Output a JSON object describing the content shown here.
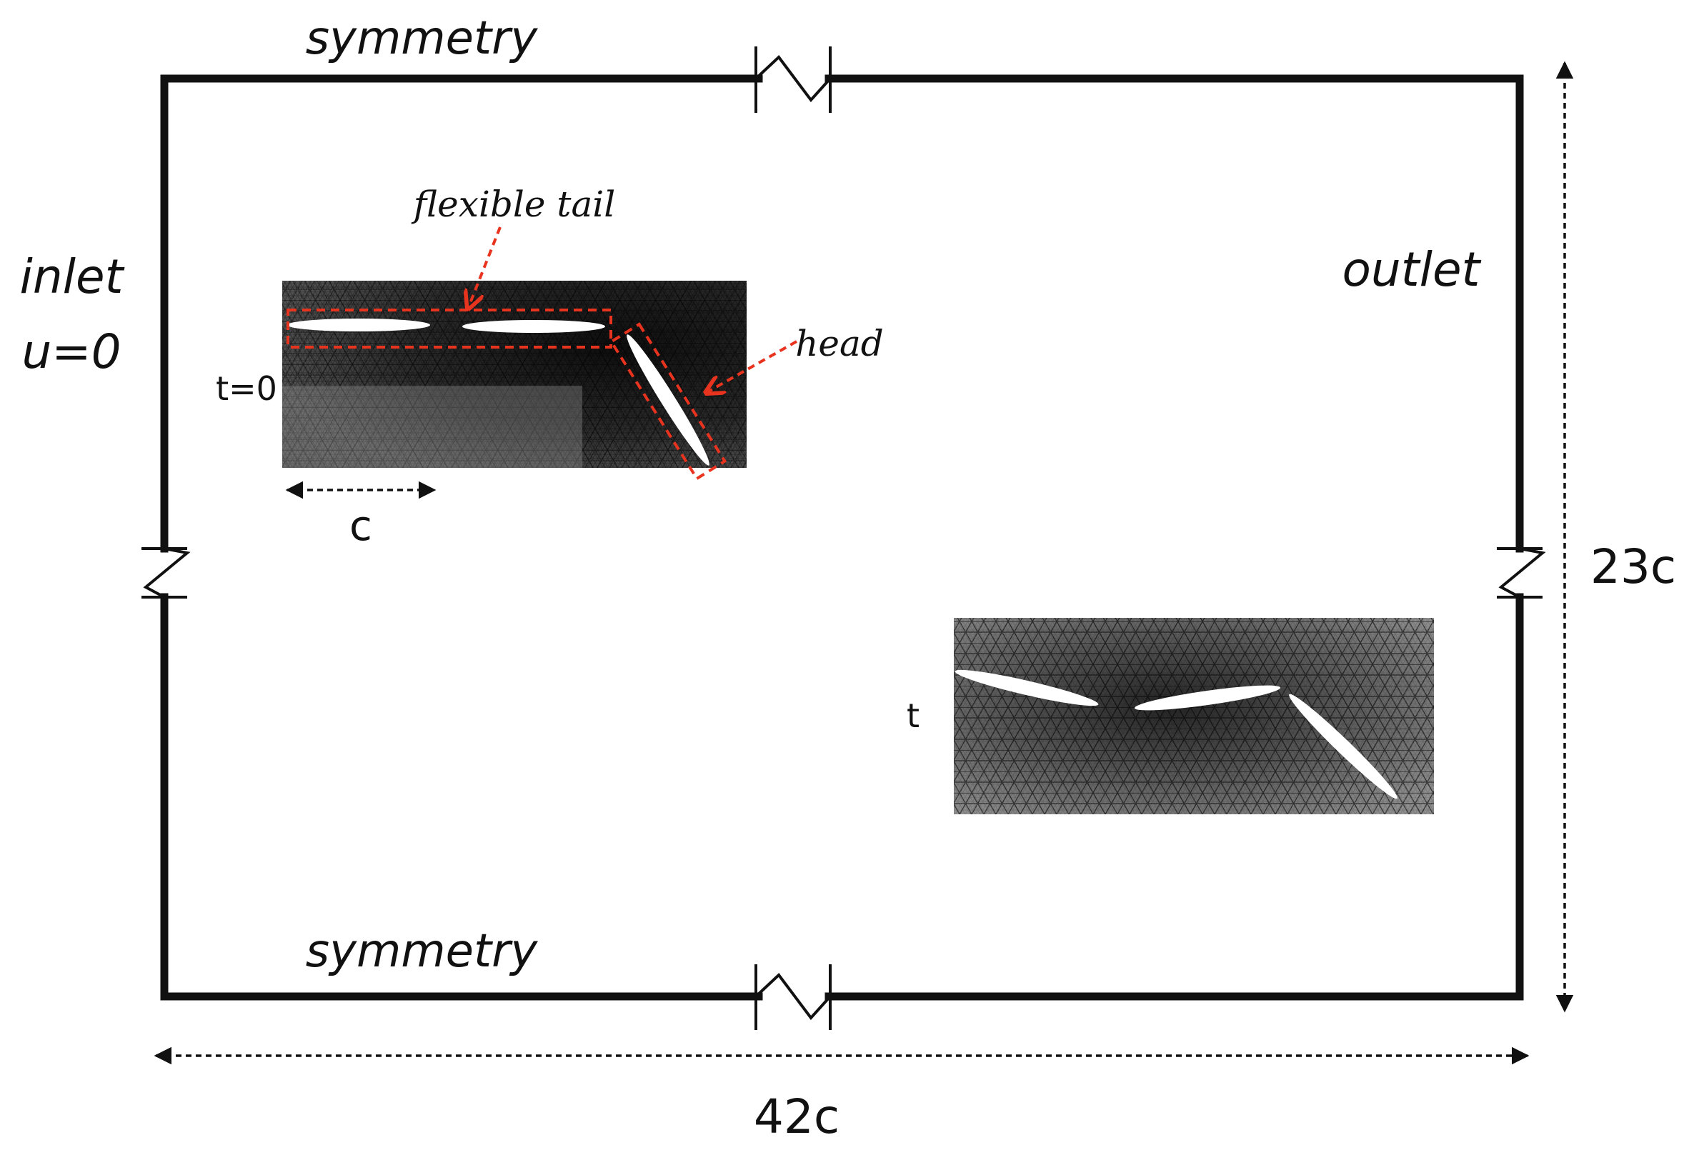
{
  "labels": {
    "top_boundary": "symmetry",
    "bottom_boundary": "symmetry",
    "inlet": "inlet",
    "inlet_condition": "u=0",
    "outlet": "outlet",
    "initial_time": "t=0",
    "later_time": "t",
    "chord": "c",
    "flexible_tail": "flexible tail",
    "head": "head",
    "width": "42c",
    "height": "23c"
  },
  "colors": {
    "boundary": "#111111",
    "annotation": "#e8331f",
    "mesh_dark": "#1a1a1a",
    "mesh_light": "#bdbdbd",
    "foil": "#ffffff"
  },
  "icons": {
    "break_mark": "zigzag-break-icon",
    "dimension_arrow": "double-headed-dashed-arrow-icon"
  }
}
